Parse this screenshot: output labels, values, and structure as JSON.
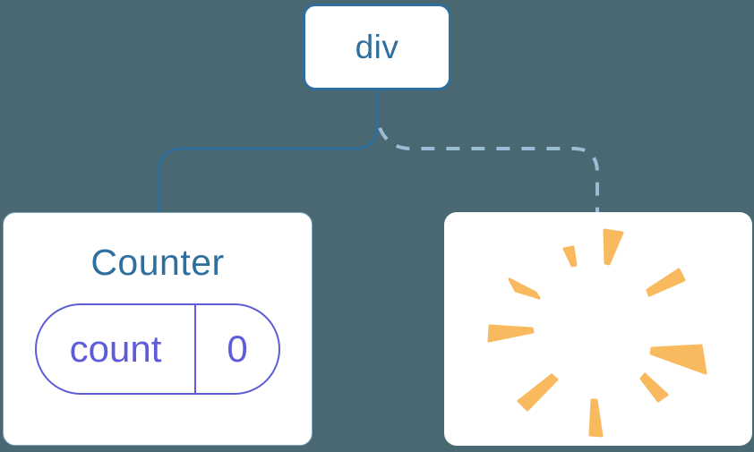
{
  "colors": {
    "background": "#4A6872",
    "card_bg": "#FFFFFF",
    "node_blue": "#2E6F9D",
    "dashed_blue": "#9ABCD4",
    "counter_card_border": "#7FA7BF",
    "state_purple": "#5E5CD8",
    "burst_orange": "#F9BA5F"
  },
  "diagram": {
    "root_node": {
      "label": "div"
    },
    "counter_node": {
      "title": "Counter",
      "state_pill": {
        "key": "count",
        "value": "0"
      }
    },
    "poof_node": {
      "icon": "poof-burst-icon"
    },
    "edges": [
      {
        "from": "div",
        "to": "Counter",
        "style": "solid"
      },
      {
        "from": "div",
        "to": "poof",
        "style": "dashed"
      }
    ]
  }
}
